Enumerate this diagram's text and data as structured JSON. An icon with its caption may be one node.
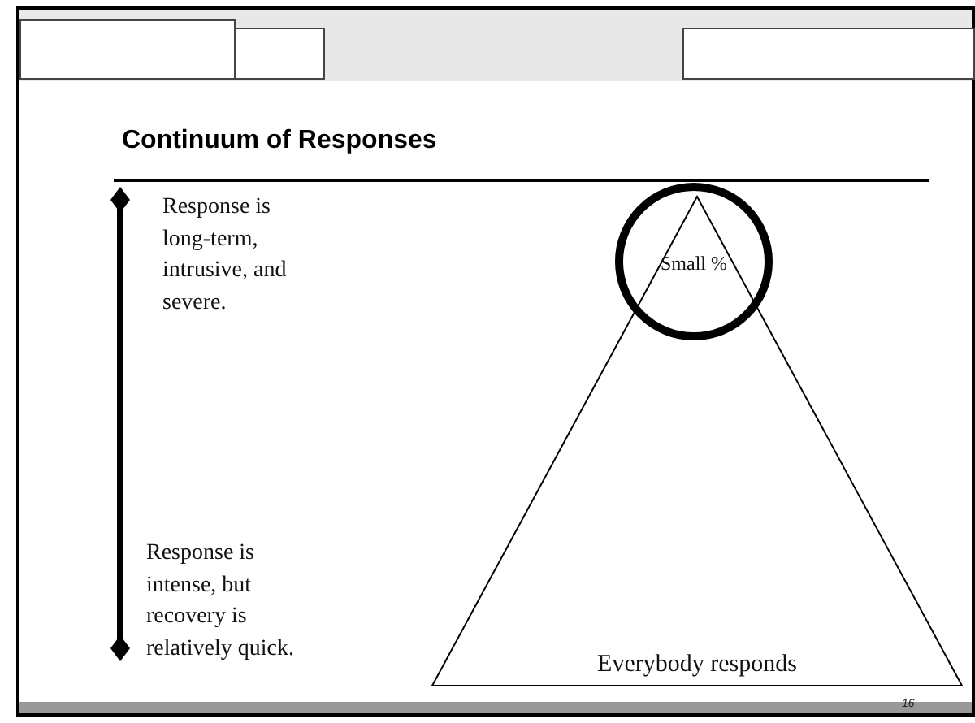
{
  "diagram": {
    "title": "Continuum of Responses",
    "nodes": [
      {
        "text": [
          "Everybody responds"
        ]
      },
      {
        "text": [
          "Small %"
        ]
      }
    ],
    "edges": [],
    "labels": [
      "Response is long-term, intrusive, and severe.",
      "Response is intense, but recovery is relatively quick.",
      "16"
    ]
  }
}
